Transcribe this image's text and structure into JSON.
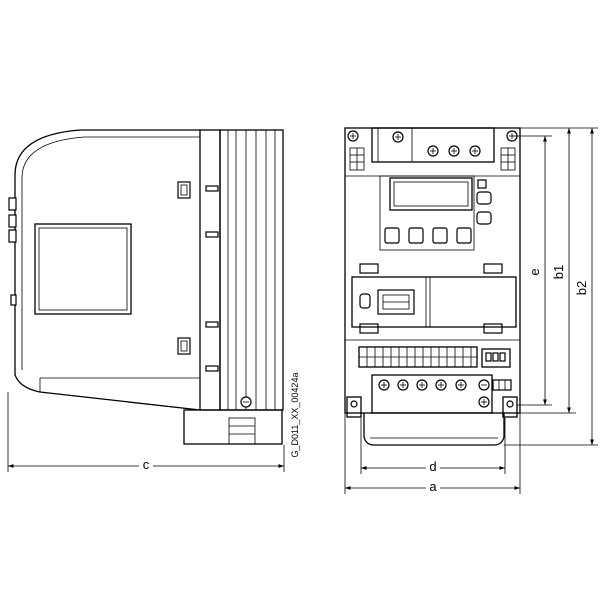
{
  "figure": {
    "reference_code": "G_D011_XX_00424a",
    "dimension_labels": {
      "c": "c",
      "d": "d",
      "a": "a",
      "e": "e",
      "b1": "b1",
      "b2": "b2"
    }
  }
}
